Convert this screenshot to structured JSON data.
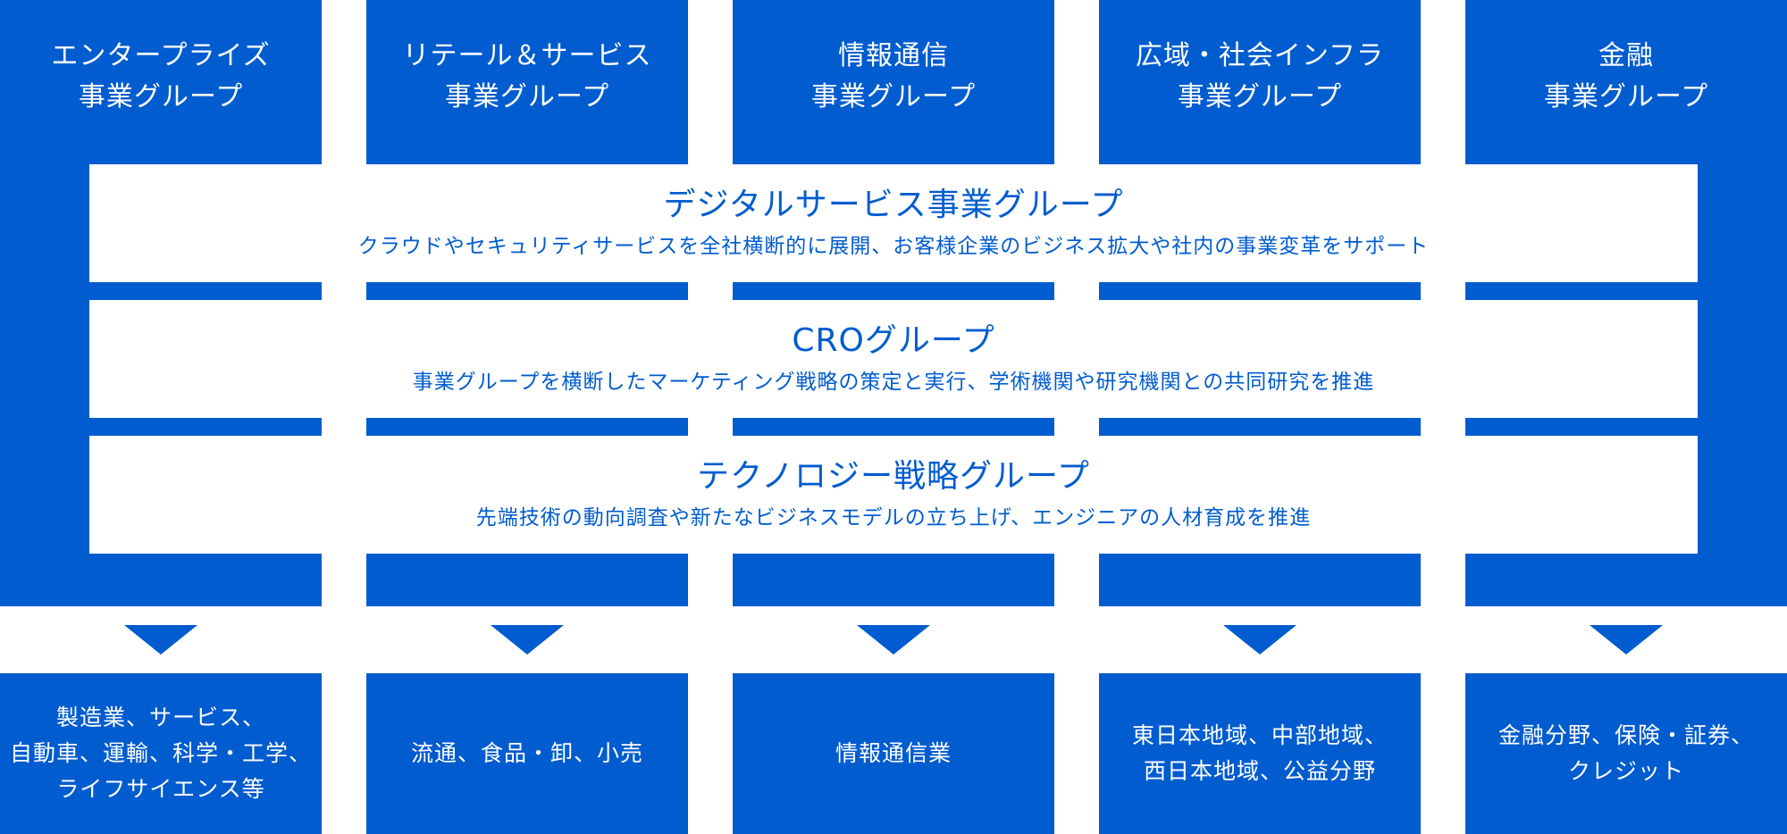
{
  "groups": [
    {
      "title": [
        "エンタープライズ",
        "事業グループ"
      ],
      "sectors": [
        "製造業、サービス、",
        "自動車、運輸、科学・工学、",
        "ライフサイエンス等"
      ]
    },
    {
      "title": [
        "リテール＆サービス",
        "事業グループ"
      ],
      "sectors": [
        "流通、食品・卸、小売"
      ]
    },
    {
      "title": [
        "情報通信",
        "事業グループ"
      ],
      "sectors": [
        "情報通信業"
      ]
    },
    {
      "title": [
        "広域・社会インフラ",
        "事業グループ"
      ],
      "sectors": [
        "東日本地域、中部地域、",
        "西日本地域、公益分野"
      ]
    },
    {
      "title": [
        "金融",
        "事業グループ"
      ],
      "sectors": [
        "金融分野、保険・証券、",
        "クレジット"
      ]
    }
  ],
  "cross_groups": [
    {
      "title": "デジタルサービス事業グループ",
      "description": "クラウドやセキュリティサービスを全社横断的に展開、お客様企業のビジネス拡大や社内の事業変革をサポート"
    },
    {
      "title": "CROグループ",
      "description": "事業グループを横断したマーケティング戦略の策定と実行、学術機関や研究機関との共同研究を推進"
    },
    {
      "title": "テクノロジー戦略グループ",
      "description": "先端技術の動向調査や新たなビジネスモデルの立ち上げ、エンジニアの人材育成を推進"
    }
  ],
  "colors": {
    "brand_blue": "#005ccf",
    "background": "#ffffff"
  }
}
